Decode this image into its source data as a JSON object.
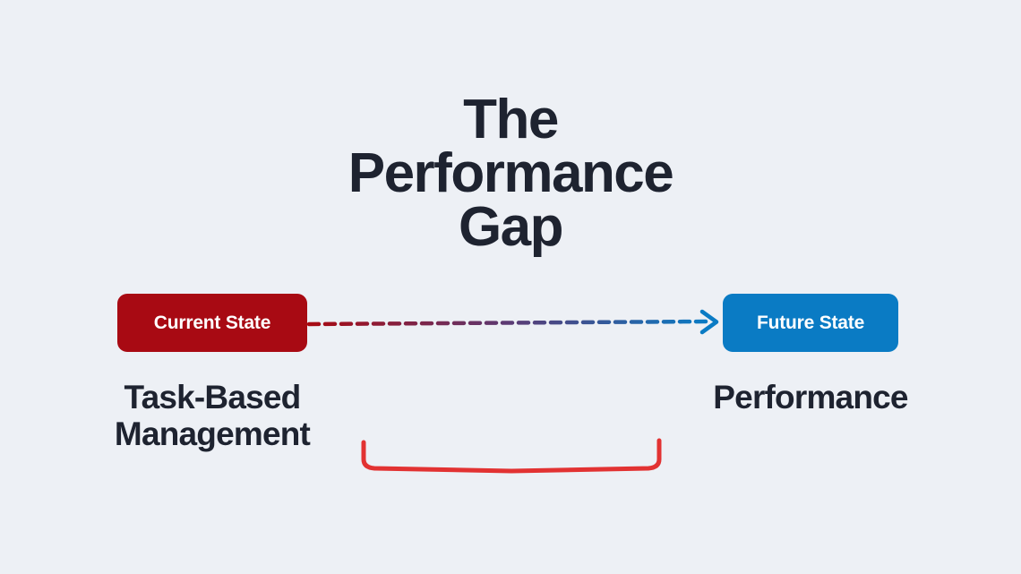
{
  "slide": {
    "background_color": "#edf0f5",
    "title": "The\nPerformance\nGap",
    "title_color": "#1e2330"
  },
  "current_state": {
    "box_label": "Current State",
    "box_color": "#a80a13",
    "box_text_color": "#ffffff",
    "caption": "Task-Based\nManagement",
    "caption_color": "#1e2330"
  },
  "future_state": {
    "box_label": "Future State",
    "box_color": "#0a7bc4",
    "box_text_color": "#ffffff",
    "caption": "Performance",
    "caption_color": "#1e2330"
  },
  "connector": {
    "name": "dashed-gradient-arrow",
    "style": "dashed",
    "start_color": "#a80a13",
    "end_color": "#0a7bc4",
    "arrowhead": "chevron-right"
  },
  "bracket": {
    "name": "gap-bracket",
    "color": "#e23232",
    "orientation": "bottom-up"
  }
}
